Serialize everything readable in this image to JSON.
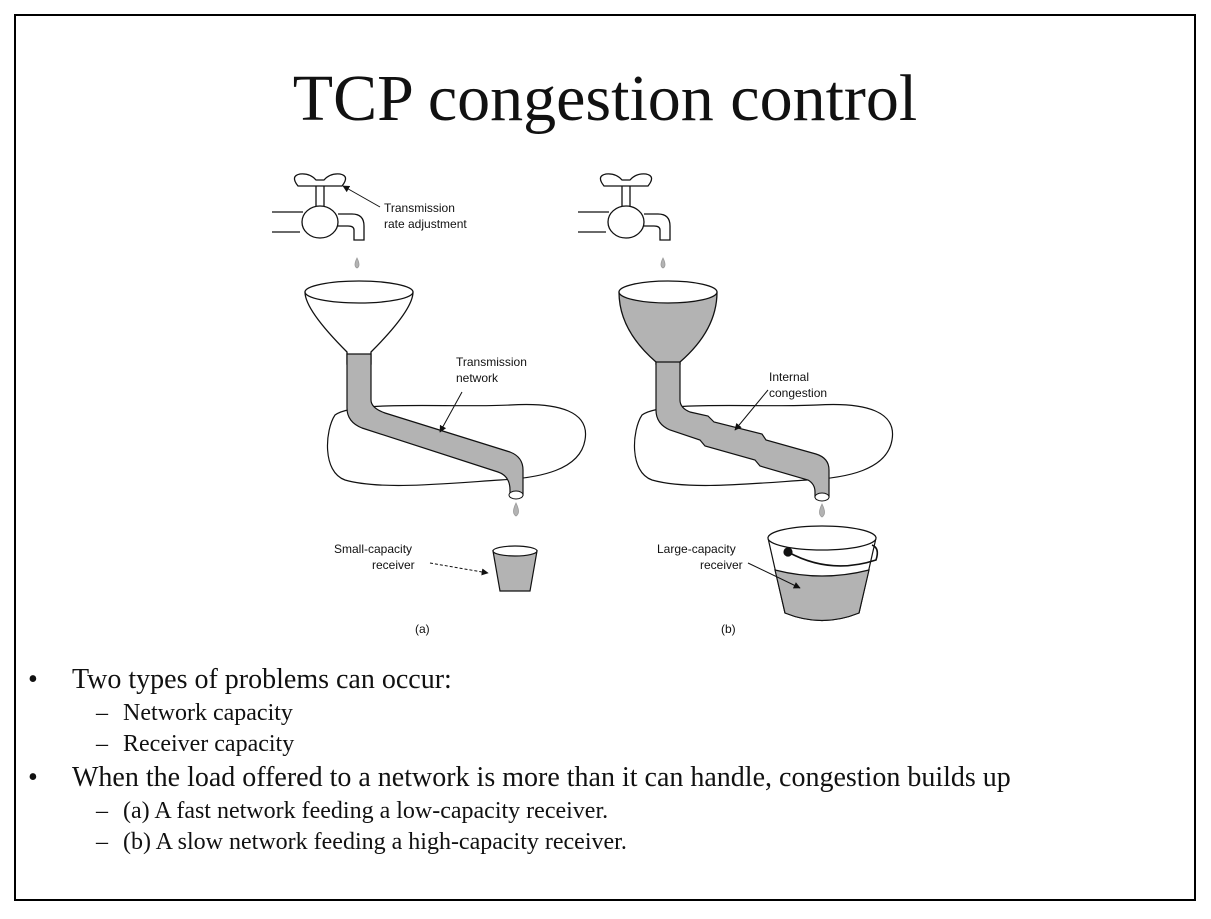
{
  "slide": {
    "title": "TCP congestion control"
  },
  "figure": {
    "left": {
      "tap_label_line1": "Transmission",
      "tap_label_line2": "rate adjustment",
      "network_label_line1": "Transmission",
      "network_label_line2": "network",
      "receiver_label_line1": "Small-capacity",
      "receiver_label_line2": "receiver",
      "caption": "(a)"
    },
    "right": {
      "network_label_line1": "Internal",
      "network_label_line2": "congestion",
      "receiver_label_line1": "Large-capacity",
      "receiver_label_line2": "receiver",
      "caption": "(b)"
    },
    "fill_color": "#b3b3b3"
  },
  "bullets": [
    {
      "text": "Two types of problems can occur:",
      "sub": [
        "Network capacity",
        "Receiver capacity"
      ]
    },
    {
      "text": "When the load offered to a network is more than it can handle, congestion builds up",
      "sub": [
        "(a) A fast network feeding a low-capacity receiver.",
        "(b) A slow network feeding a high-capacity receiver."
      ]
    }
  ],
  "bullet_symbol": "•",
  "dash_symbol": "–"
}
